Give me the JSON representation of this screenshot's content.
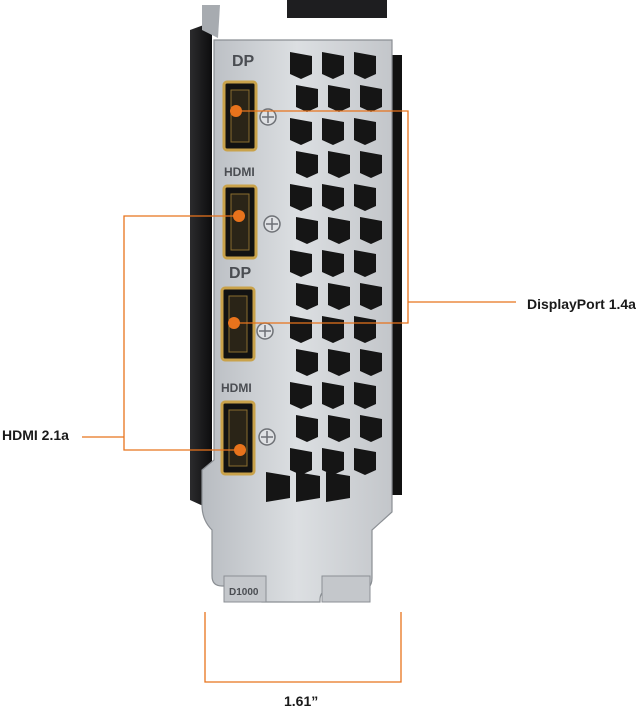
{
  "labels": {
    "displayport": "DisplayPort 1.4a",
    "hdmi": "HDMI 2.1a",
    "width": "1.61”"
  },
  "bracket_markings": {
    "port1": "DP",
    "port2": "HDMI",
    "port3": "DP",
    "port4": "HDMI",
    "tab": "D1000"
  },
  "colors": {
    "callout": "#e8731c",
    "bracket": "#c9ccd0",
    "bracket_edge": "#8b8f94",
    "port_gold": "#c9a24a",
    "port_body": "#121212"
  },
  "icons": {
    "port": "port-connector-icon",
    "screw": "screw-icon"
  }
}
